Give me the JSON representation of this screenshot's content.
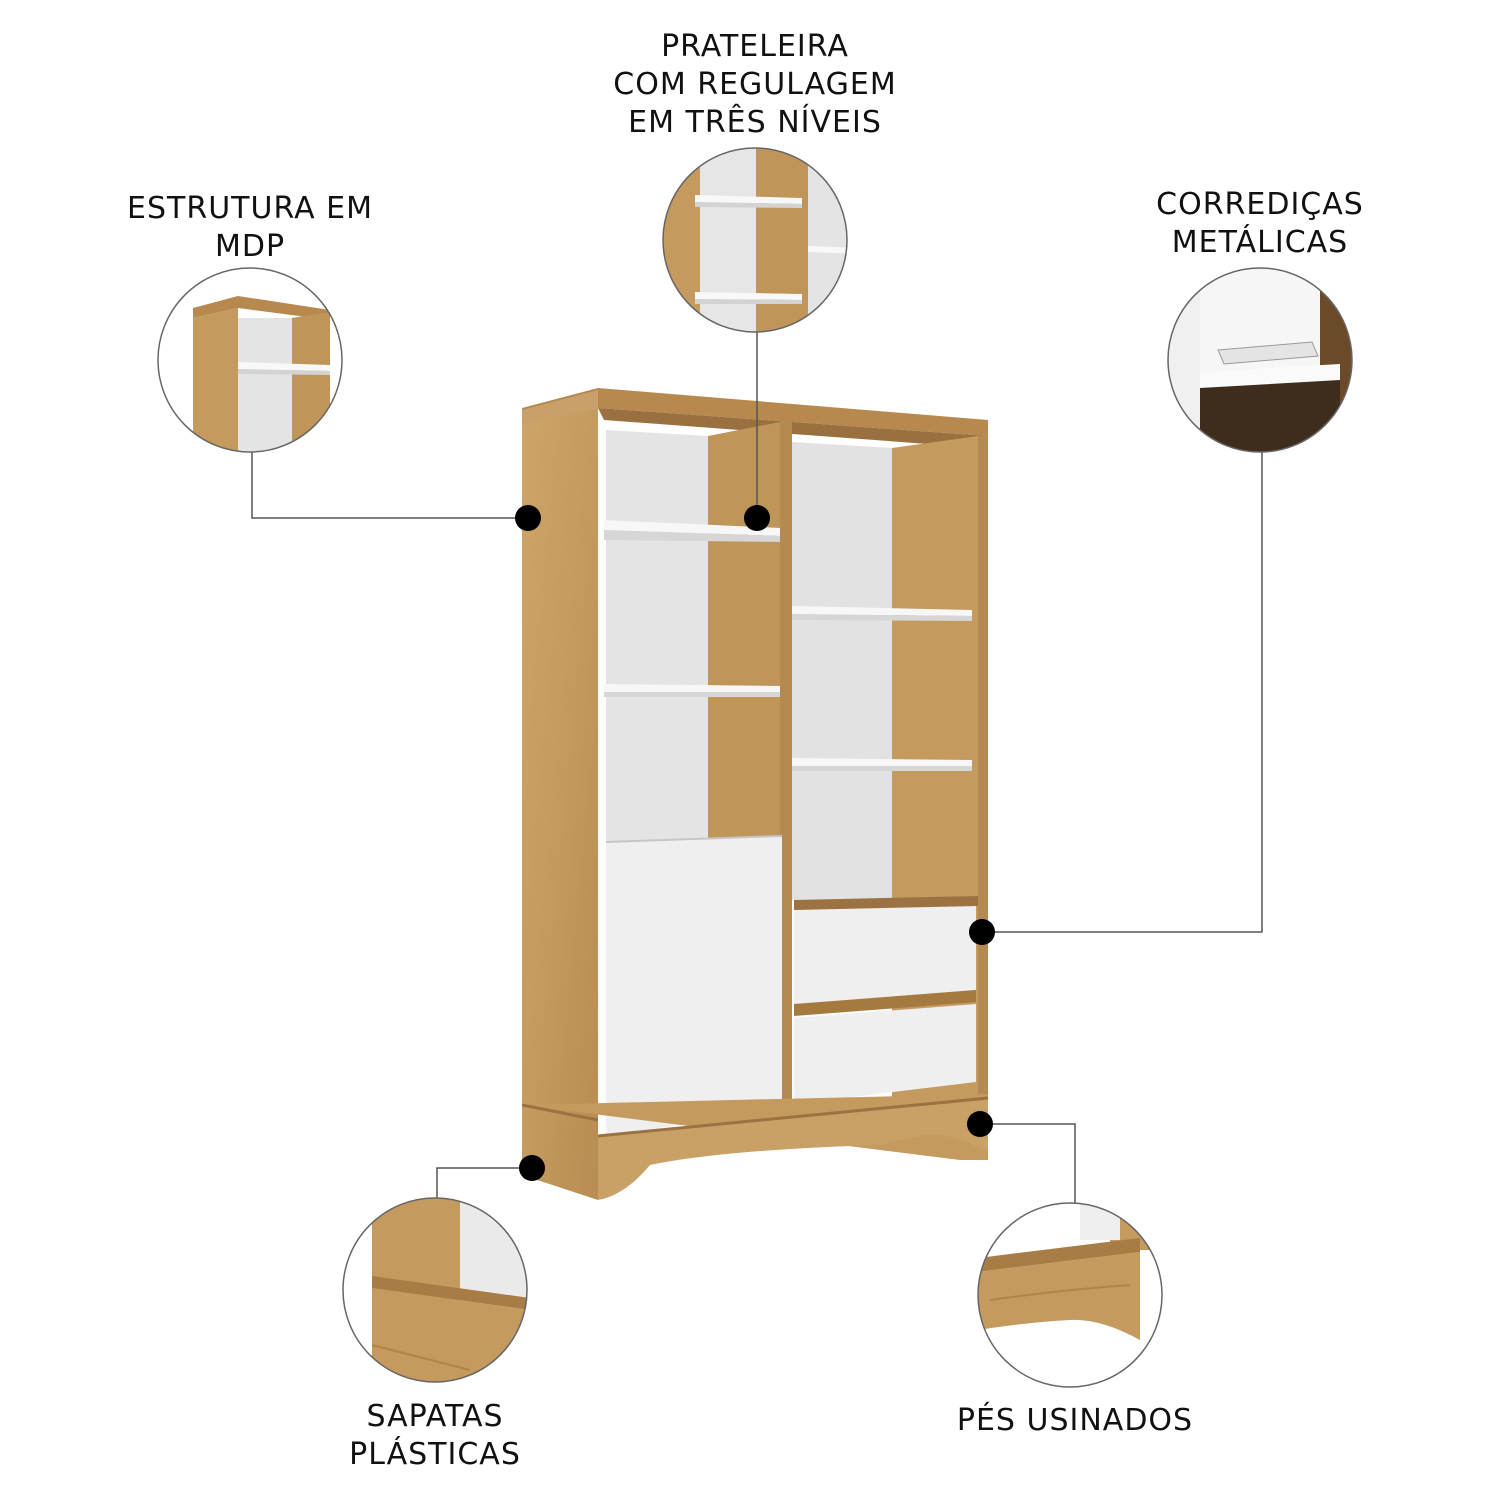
{
  "colors": {
    "wood": "#c59b60",
    "wood_dark": "#a57a40",
    "wood_shadow": "#8f6a36",
    "panel_white": "#f2f2f2",
    "back_panel": "#e6e6e6",
    "line": "#555555",
    "dot": "#000000"
  },
  "callouts": {
    "shelf_adjust": {
      "lines": [
        "PRATELEIRA",
        "COM REGULAGEM",
        "EM TRÊS NÍVEIS"
      ]
    },
    "structure": {
      "lines": [
        "ESTRUTURA EM",
        "MDP"
      ]
    },
    "slides": {
      "lines": [
        "CORREDIÇAS",
        "METÁLICAS"
      ]
    },
    "feet_plastic": {
      "lines": [
        "SAPATAS",
        "PLÁSTICAS"
      ]
    },
    "feet_machined": {
      "lines": [
        "PÉS USINADOS"
      ]
    }
  }
}
